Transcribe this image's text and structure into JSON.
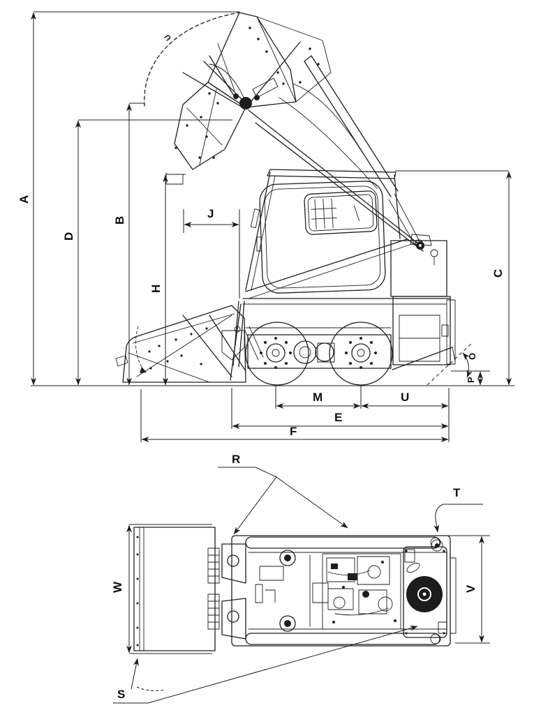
{
  "diagram": "skid steer loader dimensional line drawing, side view above and top (plan) view below",
  "colors": {
    "ink": "#1d1d1d",
    "background": "#ffffff",
    "fan_disk": "#1c1c1c"
  },
  "labels": {
    "A": "A",
    "D": "D",
    "B": "B",
    "H": "H",
    "J": "J",
    "C": "C",
    "O": "O",
    "P": "P",
    "M": "M",
    "U": "U",
    "E": "E",
    "F": "F",
    "arc_top": "U",
    "R": "R",
    "T": "T",
    "S": "S",
    "W": "W",
    "V": "V"
  }
}
